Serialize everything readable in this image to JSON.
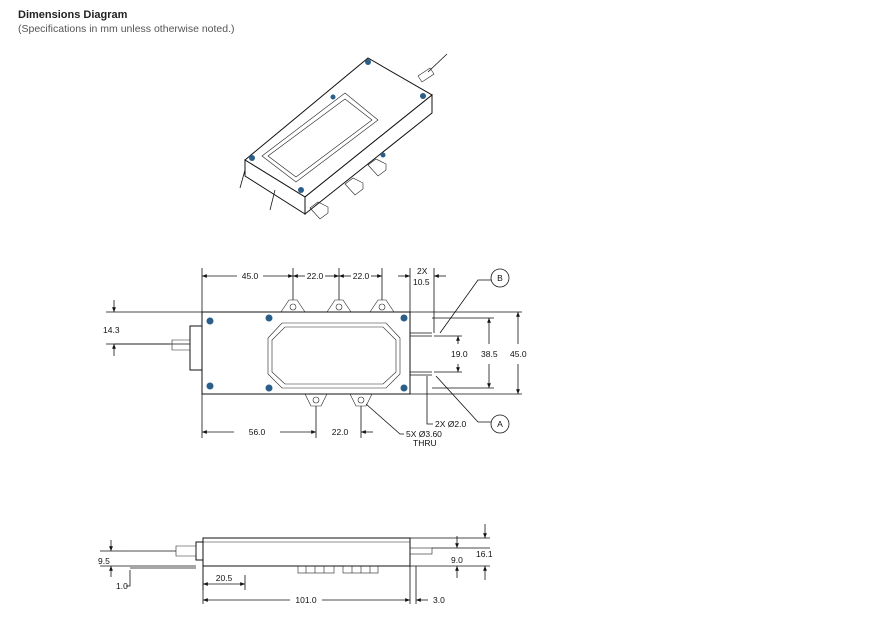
{
  "header": {
    "title": "Dimensions Diagram",
    "subtitle": "(Specifications in mm unless otherwise noted.)"
  },
  "top_view": {
    "dims": {
      "d45_left": "45.0",
      "d22_a": "22.0",
      "d22_b": "22.0",
      "d2x": "2X",
      "d10_5": "10.5",
      "d14_3": "14.3",
      "d19_0": "19.0",
      "d38_5": "38.5",
      "d45_right": "45.0",
      "d56_0": "56.0",
      "d22_bottom": "22.0",
      "hole_2x": "2X Ø2.0",
      "hole_5x": "5X Ø3.60",
      "thru": "THRU",
      "datum_a": "A",
      "datum_b": "B"
    }
  },
  "side_view": {
    "dims": {
      "d9_5": "9.5",
      "d1_0": "1.0",
      "d20_5": "20.5",
      "d101_0": "101.0",
      "d3_0": "3.0",
      "d9_0": "9.0",
      "d16_1": "16.1"
    }
  }
}
